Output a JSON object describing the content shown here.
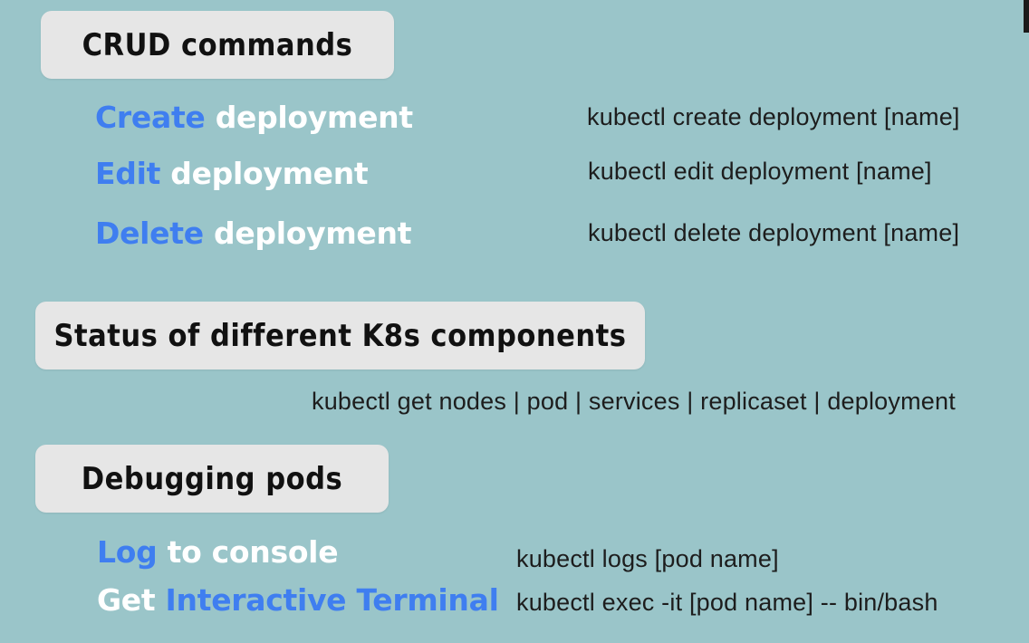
{
  "sections": {
    "crud_title": "CRUD commands",
    "status_title": "Status of different K8s components",
    "debug_title": "Debugging pods"
  },
  "crud": [
    {
      "highlight": "Create",
      "rest": " deployment",
      "command": "kubectl create deployment [name]"
    },
    {
      "highlight": "Edit",
      "rest": " deployment",
      "command": "kubectl edit deployment [name]"
    },
    {
      "highlight": "Delete",
      "rest": " deployment",
      "command": "kubectl delete deployment [name]"
    }
  ],
  "status_command": "kubectl get nodes | pod | services | replicaset | deployment",
  "debug": {
    "log": {
      "highlight": "Log",
      "rest": " to console",
      "command": "kubectl logs [pod name]"
    },
    "terminal": {
      "prefix": "Get ",
      "highlight": "Interactive Terminal",
      "command": "kubectl exec -it [pod name] -- bin/bash"
    }
  },
  "colors": {
    "background": "#9ac5c9",
    "pill": "#e6e6e6",
    "highlight": "#3f7ef0",
    "label_text": "#ffffff",
    "command_text": "#1d1d1d"
  }
}
